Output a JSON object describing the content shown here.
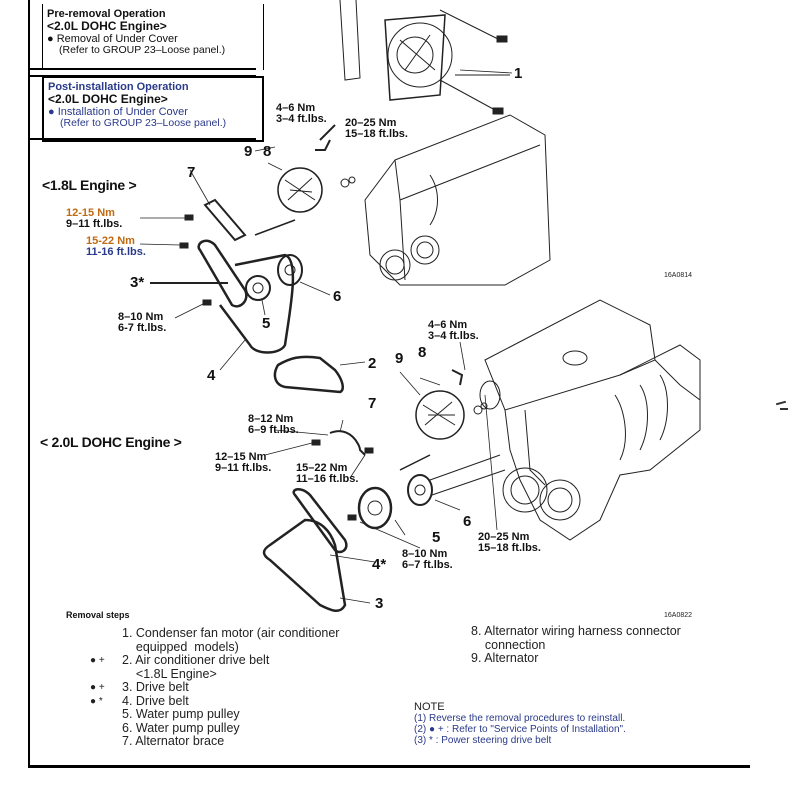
{
  "pre_removal": {
    "title": "Pre-removal Operation",
    "engine": "<2.0L DOHC Engine>",
    "item": "● Removal of Under Cover",
    "ref": "(Refer to GROUP 23–Loose panel.)"
  },
  "post_installation": {
    "title": "Post-installation   Operation",
    "engine": "<2.0L DOHC Engine>",
    "item": "● Installation of Under Cover",
    "ref": "(Refer to GROUP 23–Loose panel.)"
  },
  "figure_ids": [
    "16A0814",
    "16A0822"
  ],
  "engine_labels": {
    "e18": "<1.8L Engine >",
    "e20": "< 2.0L DOHC Engine >"
  },
  "torques_18": [
    {
      "nm": "4–6 Nm",
      "ft": "3–4 ft.lbs."
    },
    {
      "nm": "20–25 Nm",
      "ft": "15–18 ft.lbs."
    },
    {
      "nm": "12-15 Nm",
      "ft": "9–11 ft.lbs."
    },
    {
      "nm": "15-22 Nm",
      "ft": "11-16 ft.lbs."
    },
    {
      "nm": "8–10 Nm",
      "ft": "6-7 ft.lbs."
    }
  ],
  "torques_20": [
    {
      "nm": "4–6 Nm",
      "ft": "3–4 ft.lbs."
    },
    {
      "nm": "8–12 Nm",
      "ft": "6–9 ft.lbs."
    },
    {
      "nm": "12–15 Nm",
      "ft": "9–11 ft.lbs."
    },
    {
      "nm": "15–22 Nm",
      "ft": "11–16 ft.lbs."
    },
    {
      "nm": "20–25 Nm",
      "ft": "15–18 ft.lbs."
    },
    {
      "nm": "8–10 Nm",
      "ft": "6–7 ft.lbs."
    }
  ],
  "callouts": {
    "c1": "1",
    "c2": "2",
    "c3s": "3*",
    "c4": "4",
    "c5": "5",
    "c6": "6",
    "c7": "7",
    "c8": "8",
    "c9": "9",
    "d3": "3",
    "d4s": "4*",
    "d5": "5",
    "d6": "6",
    "d7": "7",
    "d8": "8",
    "d9": "9"
  },
  "removal": {
    "heading": "Removal   steps",
    "steps": [
      {
        "mark": "",
        "text": "1. Condenser fan motor (air conditioner"
      },
      {
        "mark": "",
        "text": "    equipped  models)"
      },
      {
        "mark": "● +",
        "text": "2. Air conditioner drive belt"
      },
      {
        "mark": "",
        "text": "    <1.8L Engine>"
      },
      {
        "mark": "● +",
        "text": "3. Drive belt"
      },
      {
        "mark": "● *",
        "text": "4. Drive belt"
      },
      {
        "mark": "",
        "text": "5. Water pump pulley"
      },
      {
        "mark": "",
        "text": "6. Water pump pulley"
      },
      {
        "mark": "",
        "text": "7. Alternator brace"
      }
    ],
    "steps_right": [
      "8. Alternator wiring harness connector",
      "    connection",
      "9. Alternator"
    ]
  },
  "note": {
    "heading": "NOTE",
    "lines": [
      "(1) Reverse the removal procedures to reinstall.",
      "(2)  ●  + : Refer to \"Service Points of Installation\".",
      "(3) * : Power steering drive belt"
    ]
  }
}
